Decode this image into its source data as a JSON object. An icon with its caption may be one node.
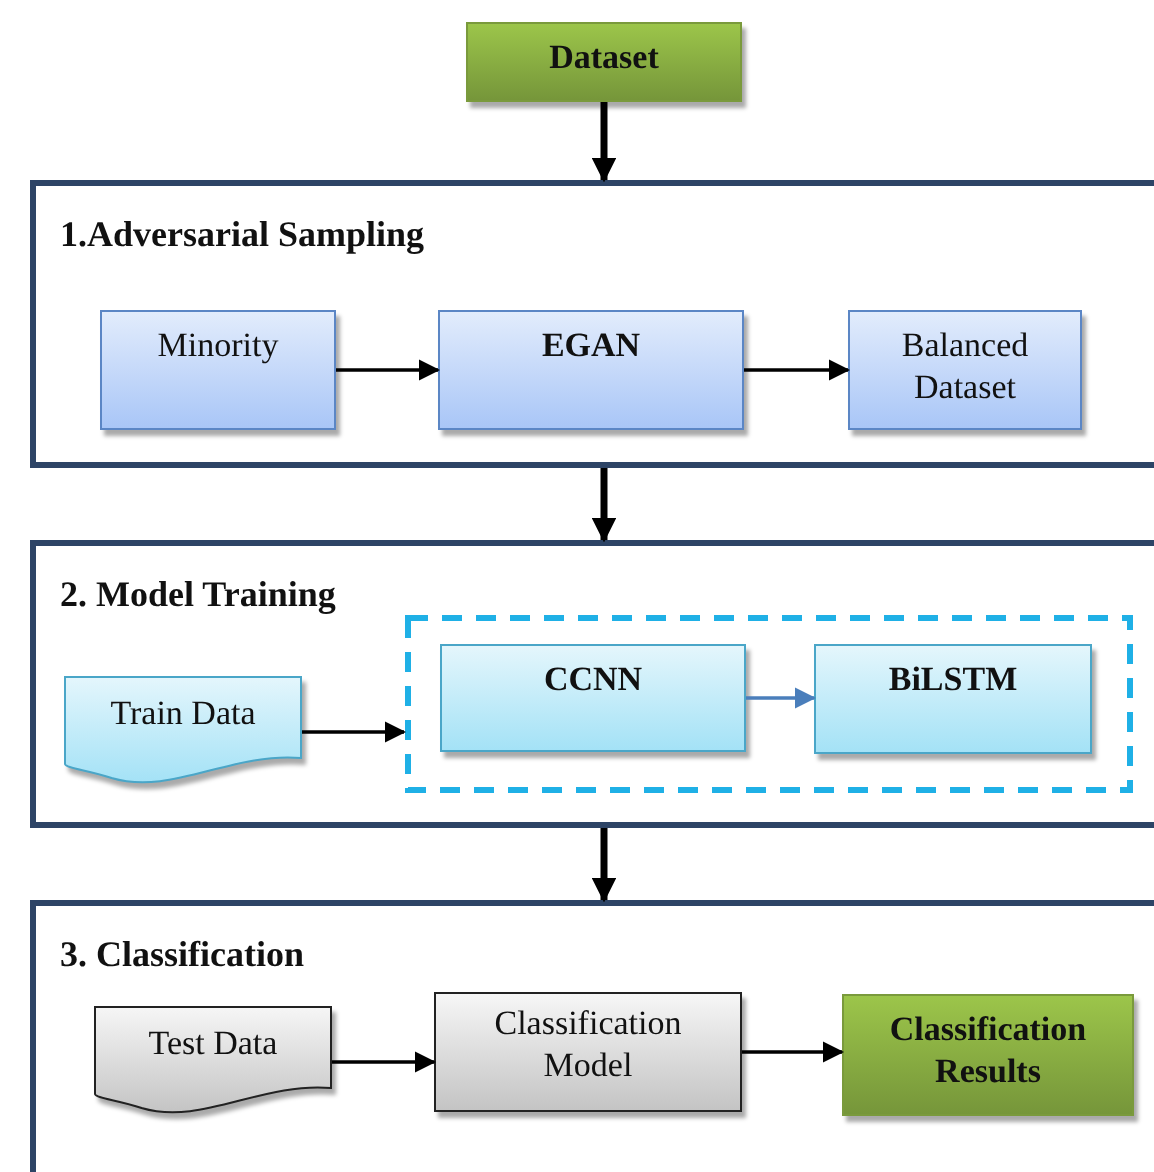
{
  "diagram": {
    "nodes": [
      {
        "text": [
          "Dataset"
        ]
      },
      {
        "text": [
          "1.Adversarial Sampling"
        ]
      },
      {
        "text": [
          "Minority"
        ],
        "in": 1
      },
      {
        "text": [
          "EGAN"
        ],
        "in": 1
      },
      {
        "text": [
          "Balanced Dataset"
        ],
        "in": 1
      },
      {
        "text": [
          "2. Model Training"
        ]
      },
      {
        "text": [
          "Train Data"
        ],
        "in": 5
      },
      {
        "text": [],
        "shape": "box",
        "in": 5
      },
      {
        "text": [
          "CCNN"
        ],
        "in": 7
      },
      {
        "text": [
          "BiLSTM"
        ],
        "in": 7
      },
      {
        "text": [
          "3. Classification"
        ]
      },
      {
        "text": [
          "Test Data"
        ],
        "in": 10
      },
      {
        "text": [
          "Classification Model"
        ],
        "in": 10
      },
      {
        "text": [
          "Classification Results"
        ],
        "in": 10
      }
    ],
    "edges": [
      {
        "from": 0,
        "to": 1,
        "arrow": "to",
        "style": "thick"
      },
      {
        "from": 2,
        "to": 3,
        "arrow": "to"
      },
      {
        "from": 3,
        "to": 4,
        "arrow": "to"
      },
      {
        "from": 1,
        "to": 5,
        "arrow": "to",
        "style": "thick"
      },
      {
        "from": 6,
        "to": 7,
        "arrow": "to"
      },
      {
        "from": 8,
        "to": 9,
        "arrow": "to",
        "color": "#4a7ebb"
      },
      {
        "from": 5,
        "to": 10,
        "arrow": "to",
        "style": "thick"
      },
      {
        "from": 11,
        "to": 12,
        "arrow": "to"
      },
      {
        "from": 12,
        "to": 13,
        "arrow": "to"
      }
    ]
  }
}
